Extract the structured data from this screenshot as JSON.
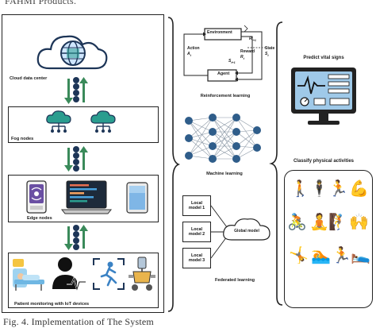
{
  "figure": {
    "top_cut_text": "FAHMI Products.",
    "caption": "Fig. 4.   Implementation of The System"
  },
  "left_panel": {
    "cloud_label": "Cloud data center",
    "fog_label": "Fog nodes",
    "edge_label": "Edge nodes",
    "patient_label": "Patient monitoring with IoT devices"
  },
  "middle_panel": {
    "rl": {
      "environment": "Environment",
      "agent": "Agent",
      "action_word": "Action",
      "action_sym": "A",
      "action_sub": "t",
      "state_word": "State",
      "state_sym": "S",
      "state_sub": "t",
      "reward_word": "Reward",
      "reward_sym": "R",
      "reward_sub": "t",
      "r_next": "R",
      "r_next_sub": "t+1",
      "s_next": "S",
      "s_next_sub": "t+1",
      "title": "Reinforcement learning"
    },
    "ml": {
      "title": "Machine learning"
    },
    "fl": {
      "local_models": [
        "Local\nmodel 1",
        "Local\nmodel 2",
        "Local\nmodel 3"
      ],
      "global": "Global model",
      "title": "Federated learning"
    }
  },
  "right_panel": {
    "predict_title": "Predict vital signs",
    "classify_title": "Classify physical activities"
  },
  "colors": {
    "arrow_green": "#3a8a5a",
    "node_navy": "#1d3557",
    "cloud_teal": "#2a9d8f",
    "monitor_blue": "#9fc9e8"
  }
}
